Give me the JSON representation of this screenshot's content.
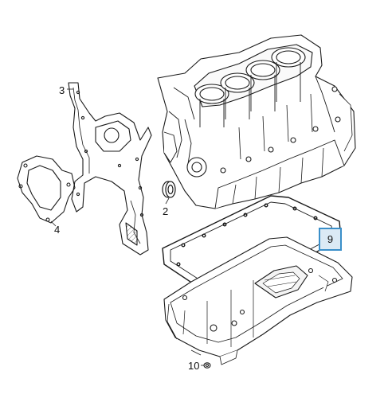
{
  "callouts": {
    "part_2": "2",
    "part_3": "3",
    "part_4": "4",
    "part_9": "9",
    "part_10": "10"
  },
  "highlighted_part": "9",
  "colors": {
    "line": "#1a1a1a",
    "light_line": "#555555",
    "highlight_border": "#3a8fc9",
    "highlight_fill": "#dbeaf5"
  },
  "icons": {
    "block": "engine-block-illustration",
    "pan": "oil-pan-illustration",
    "gasket": "gasket-illustration",
    "seal": "seal-ring-illustration",
    "plug": "drain-plug-illustration"
  }
}
